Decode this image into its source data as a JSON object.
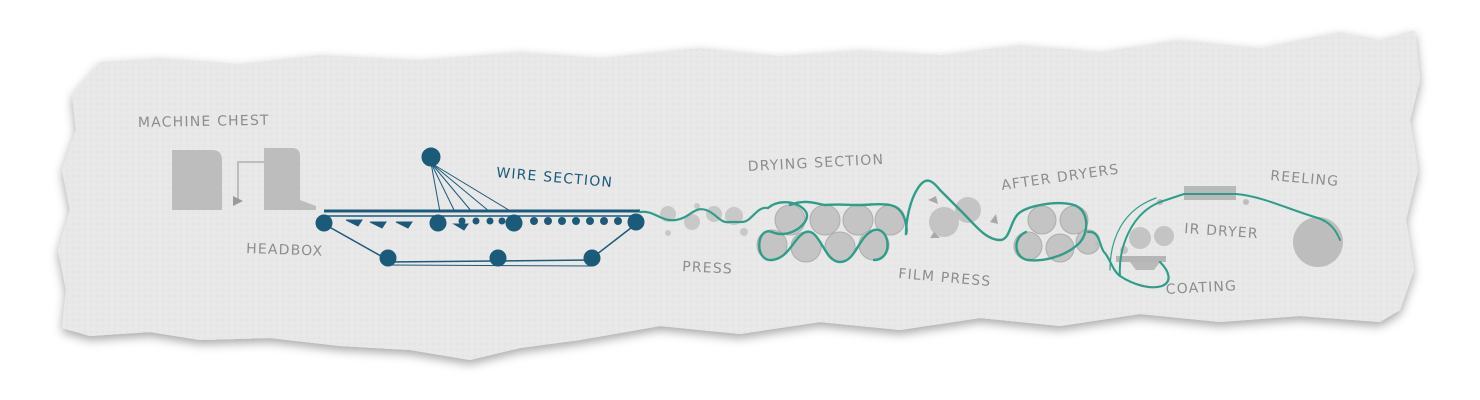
{
  "labels": {
    "machine_chest": "MACHINE CHEST",
    "headbox": "HEADBOX",
    "wire_section": "WIRE SECTION",
    "press": "PRESS",
    "drying_section": "DRYING SECTION",
    "film_press": "FILM PRESS",
    "after_dryers": "AFTER DRYERS",
    "ir_dryer": "IR DRYER",
    "coating": "COATING",
    "reeling": "REELING"
  },
  "colors": {
    "paper": "#e7e7e7",
    "machine_grey": "#bdbdbd",
    "wire_blue": "#1c5a7a",
    "web_green": "#2e9e8a",
    "label_grey": "#8d8d8d",
    "label_blue": "#1c5a7a"
  },
  "icons": {
    "machine_chest": "tank-shape",
    "headbox": "headbox-shape",
    "reel": "paper-reel-roll",
    "ir_dryer": "ir-heater-box"
  }
}
